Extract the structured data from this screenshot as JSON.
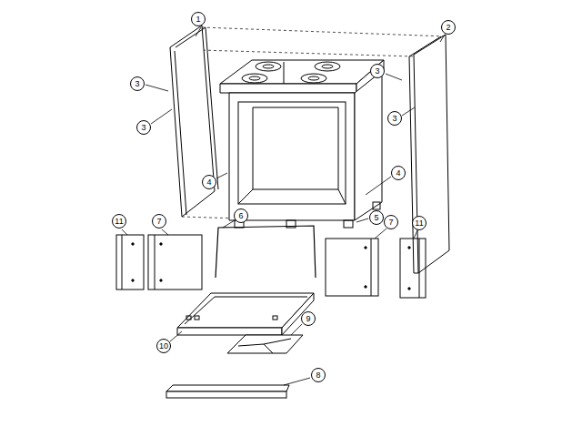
{
  "diagram": {
    "labels": [
      "1",
      "2",
      "3",
      "3",
      "3",
      "3",
      "4",
      "4",
      "6",
      "5",
      "11",
      "7",
      "7",
      "11",
      "9",
      "10",
      "8"
    ]
  }
}
